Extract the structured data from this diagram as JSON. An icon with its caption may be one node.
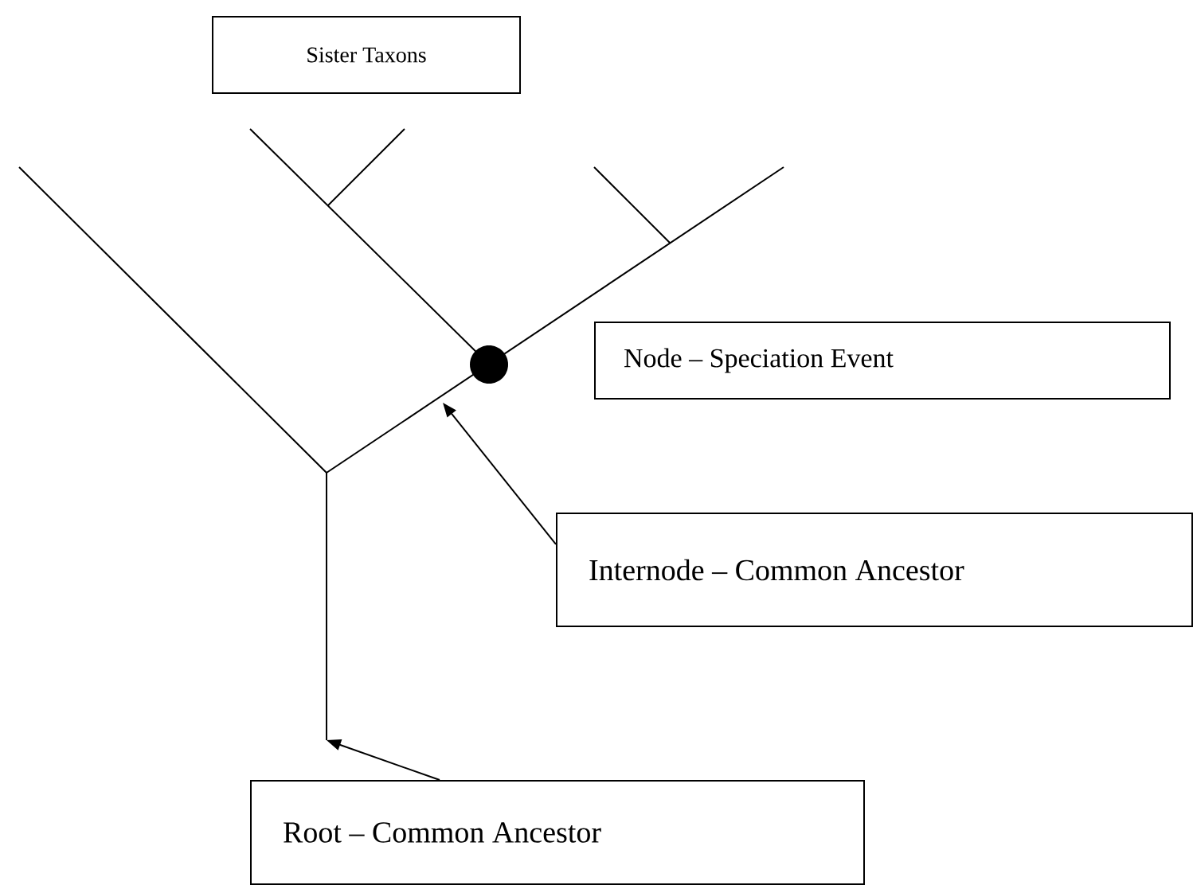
{
  "diagram": {
    "nodes": [
      {
        "text": [
          "Sister Taxons"
        ]
      },
      {
        "text": [
          "Node – Speciation Event"
        ]
      },
      {
        "text": [
          "Internode – Common Ancestor"
        ]
      },
      {
        "text": [
          "Root – Common Ancestor"
        ]
      }
    ],
    "edges": [
      {
        "from": 2,
        "to": null,
        "arrow": "to"
      },
      {
        "from": 3,
        "to": null,
        "arrow": "to"
      }
    ]
  }
}
